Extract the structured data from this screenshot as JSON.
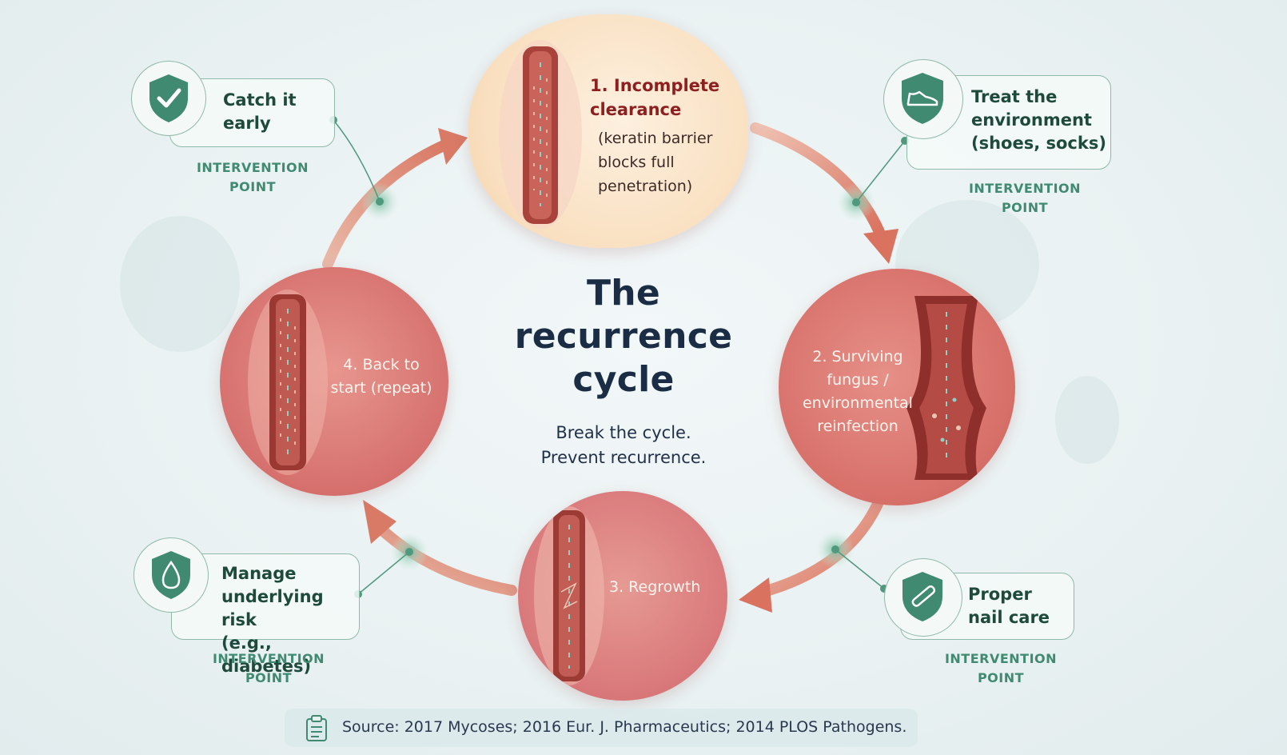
{
  "center": {
    "title": "The\nrecurrence\ncycle",
    "subtitle": "Break the cycle.\nPrevent recurrence."
  },
  "stages": {
    "s1": {
      "title": "1. Incomplete\nclearance",
      "desc": "(keratin barrier\nblocks full\npenetration)"
    },
    "s2": {
      "label": "2. Surviving\nfungus /\nenvironmental\nreinfection"
    },
    "s3": {
      "label": "3. Regrowth"
    },
    "s4": {
      "label": "4. Back to\nstart (repeat)"
    }
  },
  "interventions": [
    {
      "label": "Catch it\nearly",
      "tag": "INTERVENTION\nPOINT",
      "icon": "shield-check-icon"
    },
    {
      "label": "Treat the\nenvironment\n(shoes, socks)",
      "tag": "INTERVENTION\nPOINT",
      "icon": "shield-shoe-icon"
    },
    {
      "label": "Proper\nnail care",
      "tag": "INTERVENTION\nPOINT",
      "icon": "shield-nail-file-icon"
    },
    {
      "label": "Manage\nunderlying risk\n(e.g., diabetes)",
      "tag": "INTERVENTION\nPOINT",
      "icon": "shield-droplet-icon"
    }
  ],
  "source": {
    "text": "Source: 2017 Mycoses; 2016 Eur. J. Pharmaceutics; 2014 PLOS Pathogens.",
    "icon": "clipboard-icon"
  },
  "colors": {
    "arrow": "#dc8a76",
    "stage_red": "#d6716e",
    "stage_cream": "#f9dfbf",
    "intervention_green": "#3f8a70",
    "title_navy": "#1a2d45"
  }
}
